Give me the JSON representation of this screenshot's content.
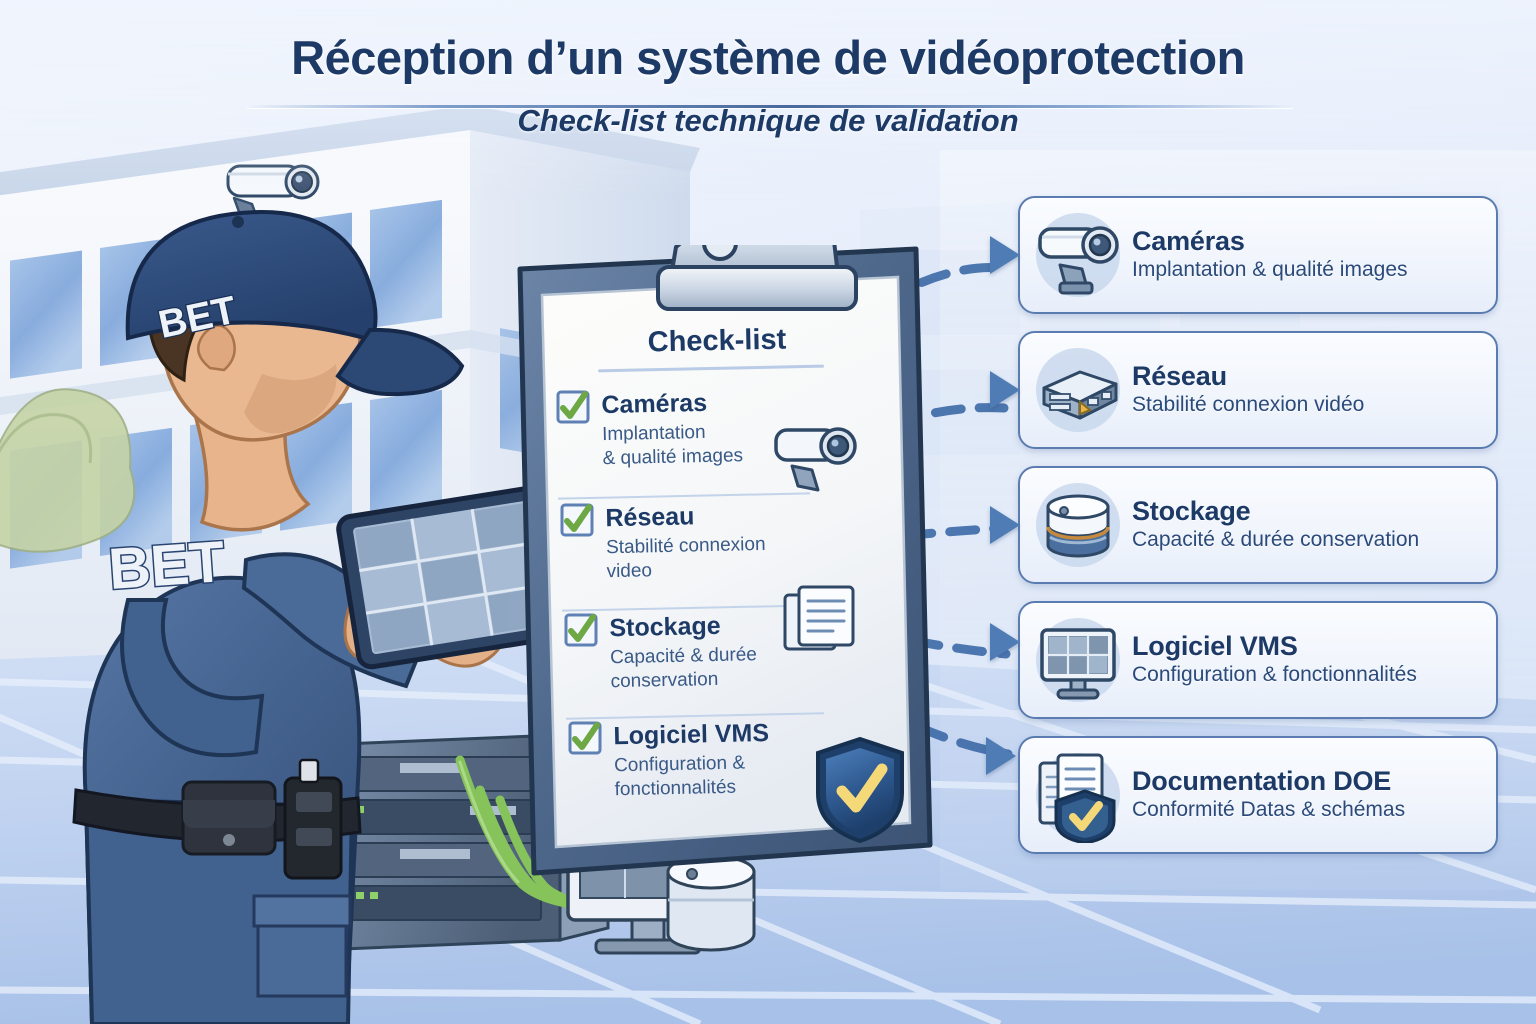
{
  "header": {
    "title": "Réception d’un système de vidéoprotection",
    "subtitle": "Check-list technique de validation",
    "title_color": "#1d3a66",
    "rule_color": "#49699c"
  },
  "scene": {
    "technician": {
      "cap_logo": "BET",
      "jacket_logo": "BET",
      "uniform_color": "#41628f",
      "cap_color": "#2d4a77",
      "device": "tablet-9-camera-grid"
    },
    "building_label": "bureau-vitre",
    "wall_camera": "bullet-camera-icon",
    "server_rack": "rack-serveur",
    "desk_monitor": "moniteur-vms",
    "storage_unit": "unite-stockage",
    "cable_color": "#8dc45c",
    "floor_color": "#b9cdee"
  },
  "clipboard": {
    "heading": "Check-list",
    "items": [
      {
        "label": "Caméras",
        "desc": "Implantation\n& qualité images",
        "checked": true,
        "check_color": "#6ea844"
      },
      {
        "label": "Réseau",
        "desc": "Stabilité connexion\nvideo",
        "checked": true,
        "check_color": "#6ea844"
      },
      {
        "label": "Stockage",
        "desc": "Capacité & durée\nconservation",
        "checked": true,
        "check_color": "#6ea844"
      },
      {
        "label": "Logiciel VMS",
        "desc": "Configuration &\nfonctionnalités",
        "checked": true,
        "check_color": "#6ea844"
      }
    ],
    "decor_icons": [
      "camera-icon",
      "documents-icon",
      "shield-check-badge"
    ]
  },
  "cards": {
    "border_color": "#5b7cb0",
    "arrow_color": "#4f7cb4",
    "items": [
      {
        "icon": "bullet-camera-icon",
        "title": "Caméras",
        "subtitle": "Implantation & qualité images"
      },
      {
        "icon": "network-switch-icon",
        "title": "Réseau",
        "subtitle": "Stabilité connexion vidéo"
      },
      {
        "icon": "storage-drum-icon",
        "title": "Stockage",
        "subtitle": "Capacité & durée conservation"
      },
      {
        "icon": "vms-monitor-icon",
        "title": "Logiciel VMS",
        "subtitle": "Configuration & fonctionnalités"
      },
      {
        "icon": "documents-shield-icon",
        "title": "Documentation DOE",
        "subtitle": "Conformité Datas & schémas"
      }
    ]
  },
  "connectors": {
    "style": "dashed-curved-arrow",
    "color": "#3f6ca8",
    "count": 5
  }
}
